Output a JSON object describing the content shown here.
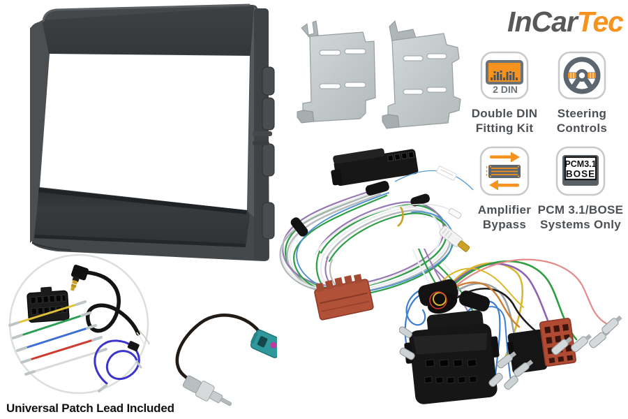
{
  "brand": {
    "name_part1": "InCar",
    "name_part2": "Tec",
    "color_grey": "#57585A",
    "color_orange": "#F6921E"
  },
  "features": [
    {
      "icon": "double-din-icon",
      "badge": "2 DIN",
      "lines": [
        "Double DIN",
        "Fitting Kit"
      ]
    },
    {
      "icon": "steering-wheel-icon",
      "lines": [
        "Steering",
        "Controls"
      ]
    },
    {
      "icon": "amplifier-bypass-icon",
      "lines": [
        "Amplifier",
        "Bypass"
      ]
    },
    {
      "icon": "pcm-bose-icon",
      "badge_top": "PCM3.1",
      "badge_bottom": "BOSE",
      "lines": [
        "PCM 3.1/BOSE",
        "Systems Only"
      ]
    }
  ],
  "caption": "Universal Patch Lead Included",
  "palette": {
    "icon_slate": "#5B6670",
    "icon_border": "#C7C9CB",
    "label_text": "#4C5055",
    "fascia_grey": "#44484B",
    "bracket_grey": "#C2C9CA",
    "iso_red": "#B05138",
    "fakra_teal": "#2F989B",
    "wire_green": "#2F9E47",
    "wire_purple": "#9678B5",
    "wire_blue": "#4A8FD4",
    "wire_yellow": "#D9B82E",
    "wire_red": "#CF3A2E"
  }
}
